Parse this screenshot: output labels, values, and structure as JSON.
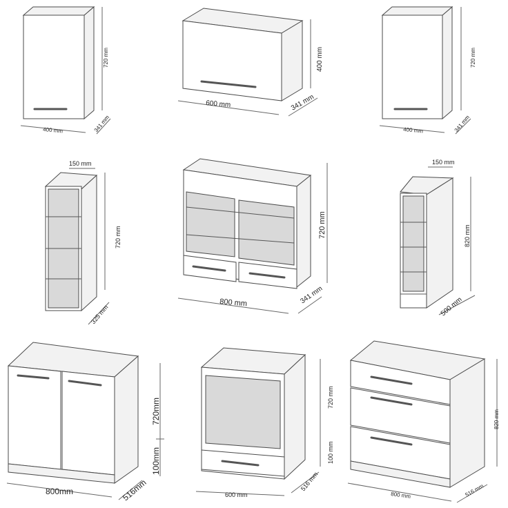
{
  "dimensions": {
    "c1": {
      "width": "400 mm",
      "height": "720 mm",
      "depth": "341 mm"
    },
    "c2": {
      "width": "600 mm",
      "height": "400 mm",
      "depth": "341 mm"
    },
    "c3": {
      "width": "400 mm",
      "height": "720 mm",
      "depth": "341 mm"
    },
    "c4": {
      "width": "150 mm",
      "height": "720 mm",
      "depth": "325 mm"
    },
    "c5": {
      "width": "800 mm",
      "height": "720 mm",
      "depth": "341 mm"
    },
    "c6": {
      "width": "150 mm",
      "height": "820 mm",
      "depth": "500 mm"
    },
    "c7": {
      "width": "800mm",
      "height": "720mm",
      "plinth": "100mm",
      "depth": "516mm"
    },
    "c8": {
      "width": "600 mm",
      "height": "720 mm",
      "plinth": "100 mm",
      "depth": "516 mm"
    },
    "c9": {
      "width": "800 mm",
      "height": "820 mm",
      "depth": "516 mm"
    }
  }
}
